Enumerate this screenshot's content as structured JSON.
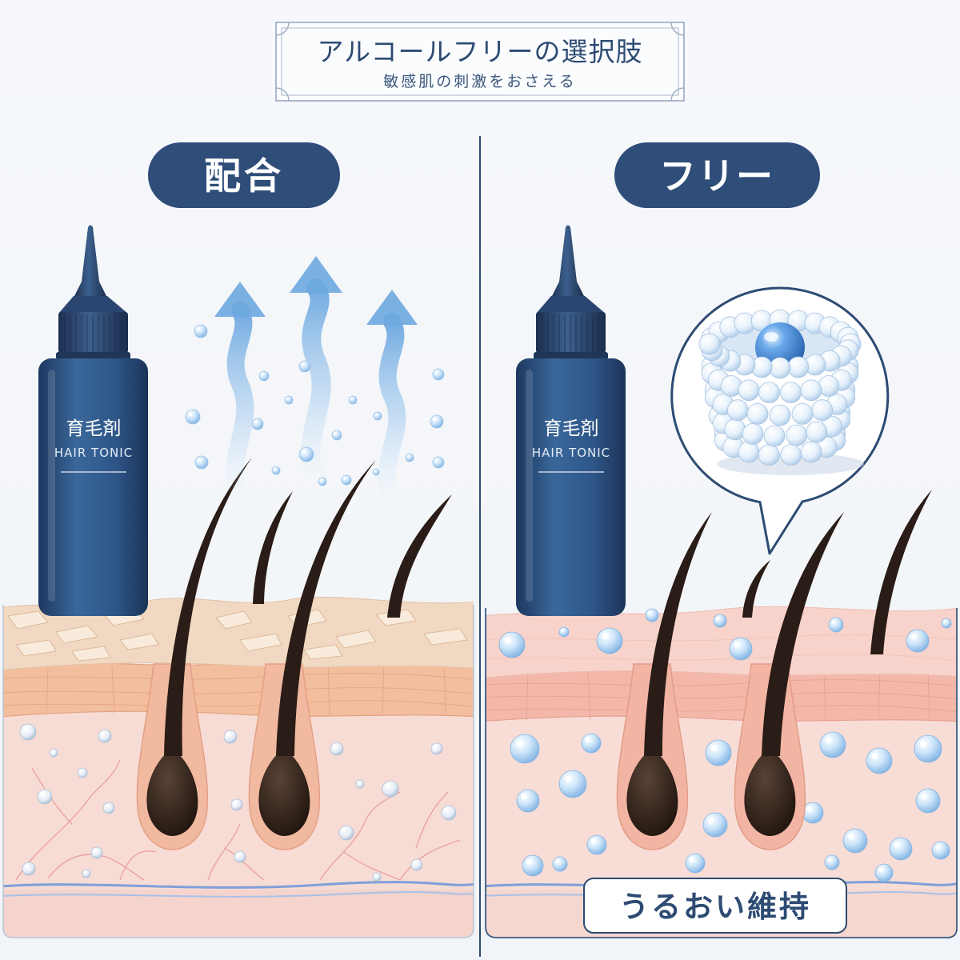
{
  "header": {
    "title": "アルコールフリーの選択肢",
    "subtitle": "敏感肌の刺激をおさえる"
  },
  "left_panel": {
    "label": "配合",
    "bottle": {
      "name_jp": "育毛剤",
      "name_en": "HAIR TONIC"
    }
  },
  "right_panel": {
    "label": "フリー",
    "bottle": {
      "name_jp": "育毛剤",
      "name_en": "HAIR TONIC"
    },
    "callout": "うるおい維持"
  },
  "colors": {
    "navy": "#2d4b73",
    "background": "#f3f6fa",
    "skin_left": "#f1d8c2",
    "skin_right": "#f7d3cb",
    "droplet": "#9fc8ee"
  },
  "icons": [
    "evaporation-arrow-icon",
    "droplet-icon",
    "moisture-capsule-icon"
  ]
}
